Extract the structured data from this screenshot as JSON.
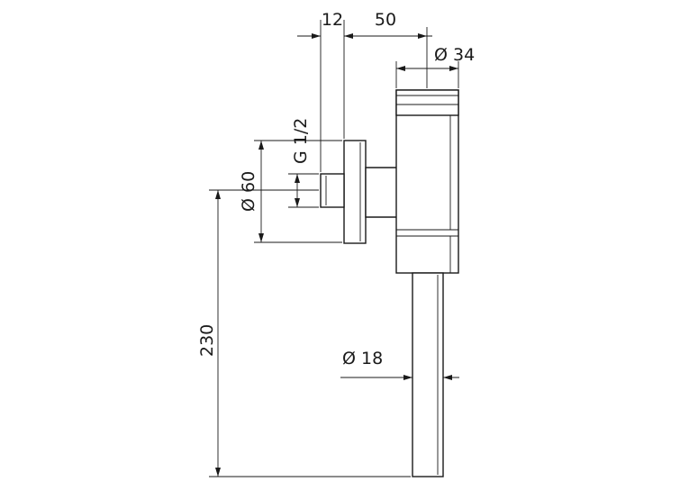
{
  "dimensions": {
    "d12": "12",
    "d50": "50",
    "d34": "Ø 34",
    "g12": "G 1/2",
    "d60": "Ø 60",
    "d230": "230",
    "d18": "Ø 18"
  },
  "colors": {
    "line": "#1a1a1a",
    "background": "#ffffff"
  }
}
